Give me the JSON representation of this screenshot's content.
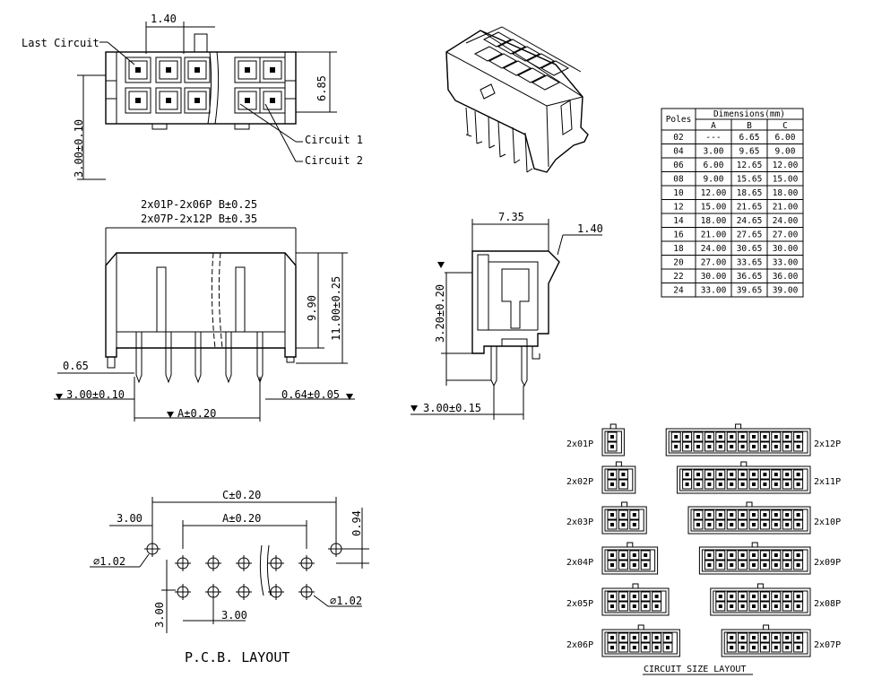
{
  "top_view": {
    "dim_pitch": "1.40",
    "label_last": "Last Circuit",
    "dim_height": "6.85",
    "dim_left": "3.00±0.10",
    "label_c1": "Circuit 1",
    "label_c2": "Circuit 2"
  },
  "front_view": {
    "note1": "2x01P-2x06P B±0.25",
    "note2": "2x07P-2x12P B±0.35",
    "dim_990": "9.90",
    "dim_1100": "11.00±0.25",
    "dim_065": "0.65",
    "dim_300": "3.00±0.10",
    "dim_a": "A±0.20",
    "dim_064": "0.64±0.05"
  },
  "side_view": {
    "dim_735": "7.35",
    "dim_140": "1.40",
    "dim_320": "3.20±0.20",
    "dim_300": "3.00±0.15"
  },
  "pcb": {
    "dim_c": "C±0.20",
    "dim_a": "A±0.20",
    "dim_300a": "3.00",
    "dim_094": "0.94",
    "dim_hole1": "⌀1.02",
    "dim_hole2": "⌀1.02",
    "dim_300b": "3.00",
    "dim_300c": "3.00",
    "title": "P.C.B.  LAYOUT"
  },
  "table": {
    "h_poles": "Poles",
    "h_dims": "Dimensions(mm)",
    "h_a": "A",
    "h_b": "B",
    "h_c": "C",
    "rows": [
      [
        "02",
        "---",
        "6.65",
        "6.00"
      ],
      [
        "04",
        "3.00",
        "9.65",
        "9.00"
      ],
      [
        "06",
        "6.00",
        "12.65",
        "12.00"
      ],
      [
        "08",
        "9.00",
        "15.65",
        "15.00"
      ],
      [
        "10",
        "12.00",
        "18.65",
        "18.00"
      ],
      [
        "12",
        "15.00",
        "21.65",
        "21.00"
      ],
      [
        "14",
        "18.00",
        "24.65",
        "24.00"
      ],
      [
        "16",
        "21.00",
        "27.65",
        "27.00"
      ],
      [
        "18",
        "24.00",
        "30.65",
        "30.00"
      ],
      [
        "20",
        "27.00",
        "33.65",
        "33.00"
      ],
      [
        "22",
        "30.00",
        "36.65",
        "36.00"
      ],
      [
        "24",
        "33.00",
        "39.65",
        "39.00"
      ]
    ]
  },
  "circuits": {
    "left": [
      "2x01P",
      "2x02P",
      "2x03P",
      "2x04P",
      "2x05P",
      "2x06P"
    ],
    "right": [
      "2x12P",
      "2x11P",
      "2x10P",
      "2x09P",
      "2x08P",
      "2x07P"
    ],
    "title": "CIRCUIT SIZE LAYOUT"
  }
}
